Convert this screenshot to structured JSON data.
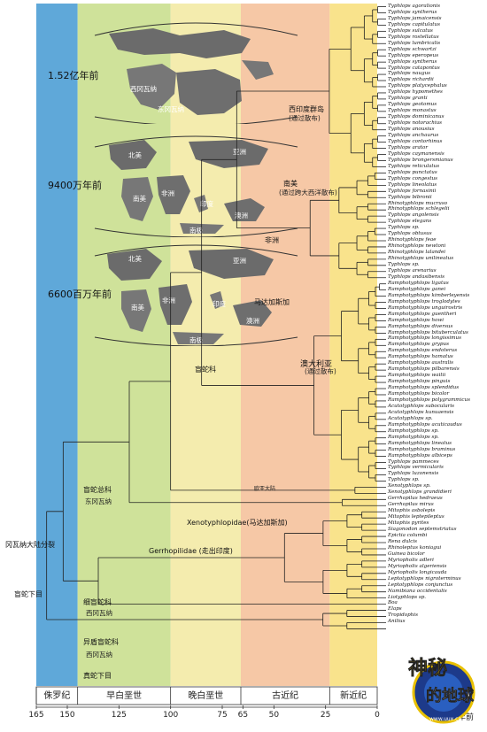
{
  "eras": [
    {
      "name": "侏罗纪",
      "start": 165,
      "end": 145,
      "color": "#5fa8d9"
    },
    {
      "name": "早白垩世",
      "start": 145,
      "end": 100,
      "color": "#cfe29a"
    },
    {
      "name": "晚白垩世",
      "start": 100,
      "end": 66,
      "color": "#f4ecae"
    },
    {
      "name": "古近纪",
      "start": 66,
      "end": 23,
      "color": "#f6c8a6"
    },
    {
      "name": "新近纪",
      "start": 23,
      "end": 0,
      "color": "#f9e38c"
    }
  ],
  "axis": {
    "ticks": [
      165,
      150,
      125,
      100,
      75,
      65,
      50,
      25,
      0
    ],
    "unit": "百万年前"
  },
  "maps": [
    {
      "label": "1.52亿年前",
      "regions": [
        "西冈瓦纳",
        "东冈瓦纳"
      ]
    },
    {
      "label": "9400万年前",
      "regions": [
        "北美",
        "亚洲",
        "南美",
        "非洲",
        "印度",
        "澳洲",
        "南极"
      ]
    },
    {
      "label": "6600百万年前",
      "regions": [
        "北美",
        "亚洲",
        "南美",
        "非洲",
        "印度",
        "澳洲",
        "南极"
      ]
    }
  ],
  "clades": {
    "xiyindu": "西印度群岛",
    "xiyindu_sub": "(通过散布)",
    "nanmei": "南美",
    "nanmei_sub": "(通过跨大西洋散布)",
    "feizhou": "非洲",
    "madagascar": "马达加斯加",
    "aodaliya": "澳大利亚",
    "aodaliya_sub": "(通过散布)",
    "mangshe": "盲蛇科",
    "xenotyphlopidae": "Xenotyphlopidae(马达加斯加)",
    "gerrhopilidae": "Gerrhopilidae (走出印度)",
    "mangshezongke": "盲蛇总科",
    "donggangwana": "东冈瓦纳",
    "gangwana_split": "冈瓦纳大陆分裂",
    "mangshexiamu": "盲蛇下目",
    "ximangshe": "细盲蛇科",
    "xigangwana1": "西冈瓦纳",
    "yiximangshe": "异盾盲蛇科",
    "xigangwana2": "西冈瓦纳",
    "zhenshe": "真蛇下目",
    "eurasia": "欧亚大陆"
  },
  "taxa": [
    "Typhlops agoralionis",
    "Typhlops syntherus",
    "Typhlops jamaicensis",
    "Typhlops capitulatus",
    "Typhlops sulcatus",
    "Typhlops rostellatus",
    "Typhlops lumbricalis",
    "Typhlops schwartzi",
    "Typhlops eperopeus",
    "Typhlops syntherus",
    "Typhlops catapontus",
    "Typhlops naugus",
    "Typhlops richardii",
    "Typhlops platycephalus",
    "Typhlops hypomethes",
    "Typhlops granti",
    "Typhlops geotomus",
    "Typhlops monastus",
    "Typhlops dominicanus",
    "Typhlops notorachius",
    "Typhlops anousius",
    "Typhlops anchaurus",
    "Typhlops contorhinus",
    "Typhlops arator",
    "Typhlops caymanensis",
    "Typhlops brongersmianus",
    "Typhlops reticulatus",
    "Typhlops punctatus",
    "Typhlops congestus",
    "Typhlops lineolatus",
    "Typhlops fornasinii",
    "Typhlops bibronii",
    "Rhinotyphlops mucruso",
    "Rhinotyphlops schlegelii",
    "Typhlops angolensis",
    "Typhlops elegans",
    "Typhlops sp.",
    "Typhlops obtusus",
    "Rhinotyphlops feae",
    "Rhinotyphlops newtoni",
    "Rhinotyphlops lalandei",
    "Rhinotyphlops unilineatus",
    "Typhlops sp.",
    "Typhlops arenarius",
    "Typhlops andasibensis",
    "Ramphotyphlops ligatus",
    "Ramphotyphlops ganei",
    "Ramphotyphlops kimberleyensis",
    "Ramphotyphlops troglodytes",
    "Ramphotyphlops unguirostris",
    "Ramphotyphlops guentheri",
    "Ramphotyphlops howi",
    "Ramphotyphlops diversus",
    "Ramphotyphlops bituberculatus",
    "Ramphotyphlops longissimus",
    "Ramphotyphlops grypus",
    "Ramphotyphlops endoterus",
    "Ramphotyphlops hamatus",
    "Ramphotyphlops australis",
    "Ramphotyphlops pilbarensis",
    "Ramphotyphlops waitii",
    "Ramphotyphlops pinguis",
    "Ramphotyphlops splendidus",
    "Ramphotyphlops bicolor",
    "Ramphotyphlops polygrammicus",
    "Acutotyphlops subocularis",
    "Acutotyphlops kunuaensis",
    "Acutotyphlops sp.",
    "Ramphotyphlops acuticaudus",
    "Ramphotyphlops sp.",
    "Ramphotyphlops sp.",
    "Ramphotyphlops lineatus",
    "Ramphotyphlops braminus",
    "Ramphotyphlops albiceps",
    "Typhlops pammeces",
    "Typhlops vermicularis",
    "Typhlops luzonensis",
    "Typhlops sp.",
    "Xenotyphlops sp.",
    "Xenotyphlops grandidieri",
    "Gerrhopilus hedraeus",
    "Gerrhopilus mirus",
    "Mitophis asbolepis",
    "Mitophis leptepileptus",
    "Mitophis pyrites",
    "Siagonodon septemstriatus",
    "Epictia columbi",
    "Rena dulcis",
    "Rhinoleptus koniagui",
    "Guinea bicolor",
    "Myriopholis adleri",
    "Myriopholis algeriensis",
    "Myriopholis longicauda",
    "Leptotyphlops nigroterminus",
    "Leptotyphlops conjunctus",
    "Namibiana occidentalis",
    "Liotyphlops sp.",
    "Boa",
    "Elaps",
    "Tropidophis",
    "Anilius"
  ]
}
